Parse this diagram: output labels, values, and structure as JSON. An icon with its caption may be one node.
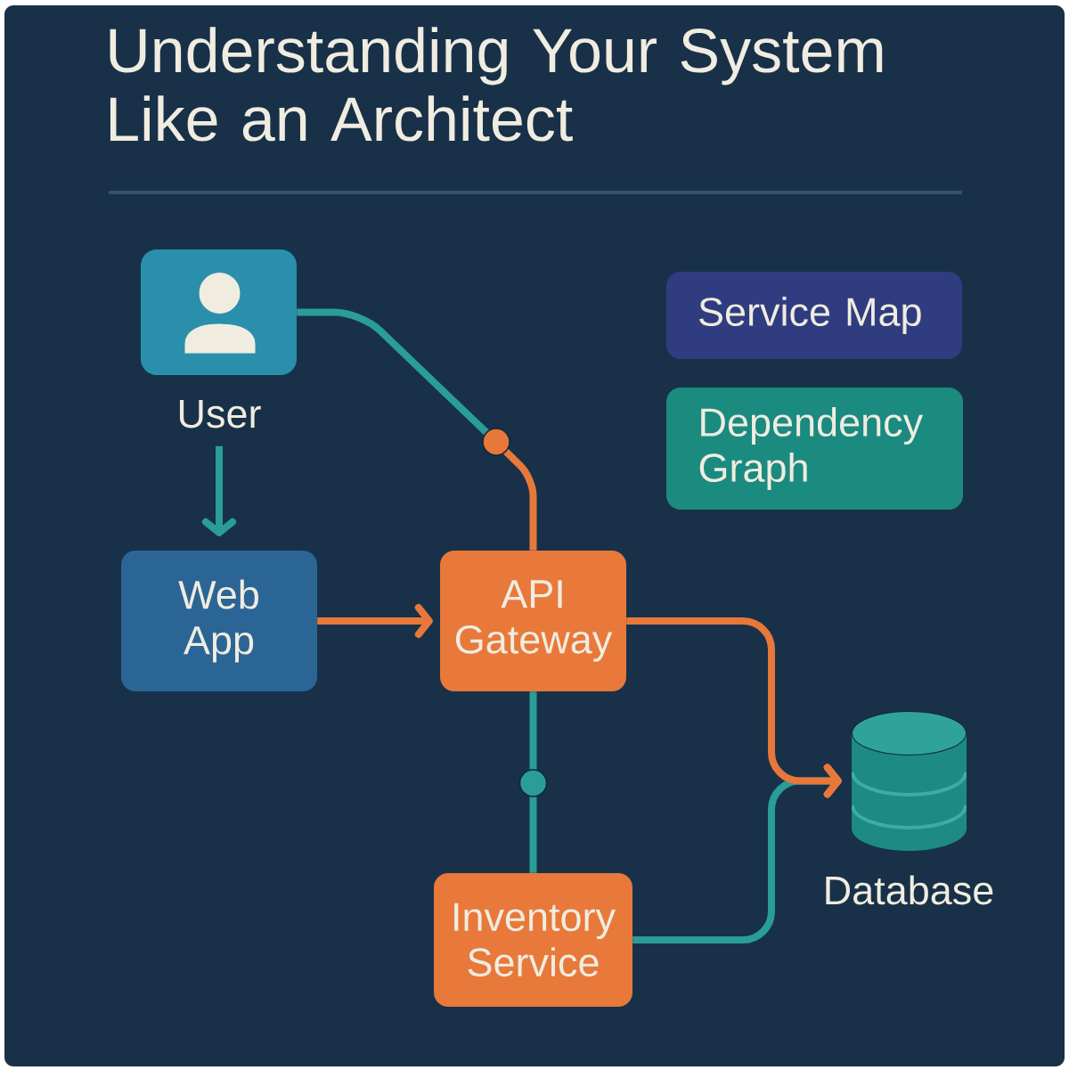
{
  "diagram": {
    "title": "Understanding Your System Like an Architect",
    "nodes": [
      {
        "text": [
          "User"
        ]
      },
      {
        "text": [
          "Web App"
        ]
      },
      {
        "text": [
          "API Gateway"
        ]
      },
      {
        "text": [
          "Inventory Service"
        ]
      },
      {
        "text": [
          "Database"
        ]
      },
      {
        "text": [
          "Service Map"
        ]
      },
      {
        "text": [
          "Dependency Graph"
        ]
      }
    ],
    "edges": [
      {
        "from": 0,
        "to": 1,
        "arrow": "to"
      },
      {
        "from": 1,
        "to": 2,
        "arrow": "to",
        "color": "#e8783a"
      },
      {
        "from": 0,
        "to": 2,
        "arrow": "none"
      },
      {
        "from": 2,
        "to": 3,
        "arrow": "none"
      },
      {
        "from": 3,
        "to": 4,
        "arrow": "to"
      },
      {
        "from": 2,
        "to": 4,
        "arrow": "to",
        "color": "#e8783a"
      }
    ]
  }
}
